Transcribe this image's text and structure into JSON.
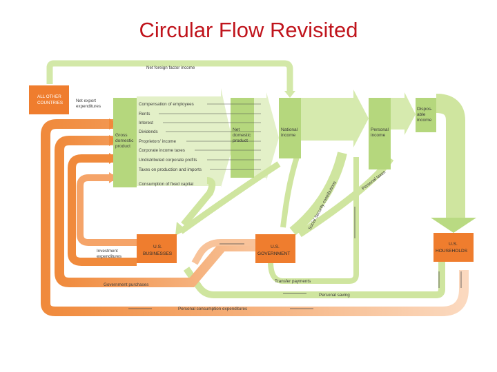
{
  "title": "Circular Flow Revisited",
  "colors": {
    "title": "#c0141c",
    "green_box": "#b5d77d",
    "green_flow": "#cfe59f",
    "green_light": "#e1efc2",
    "orange_box": "#ef7d2e",
    "orange_flow": "#f08a3c",
    "orange_light": "#f8c39a"
  },
  "boxes": {
    "all_other_countries": [
      "ALL OTHER",
      "COUNTRIES"
    ],
    "gdp": [
      "Gross",
      "domestic",
      "product"
    ],
    "ndp": [
      "Net",
      "domestic",
      "product"
    ],
    "national_income": [
      "National",
      "income"
    ],
    "personal_income": [
      "Personal",
      "income"
    ],
    "disposable_income": [
      "Dispos-",
      "able",
      "income"
    ],
    "us_businesses": [
      "U.S.",
      "BUSINESSES"
    ],
    "us_government": [
      "U.S.",
      "GOVERNMENT"
    ],
    "us_households": [
      "U.S.",
      "HOUSEHOLDS"
    ]
  },
  "labels": {
    "net_foreign_factor_income": "Net foreign factor income",
    "net_export_expenditures": [
      "Net export",
      "expenditures"
    ],
    "investment_expenditures": [
      "Investment",
      "expenditures"
    ],
    "government_purchases": "Government purchases",
    "transfer_payments": "Transfer payments",
    "personal_saving": "Personal saving",
    "personal_consumption_expenditures": "Personal consumption expenditures",
    "social_security_contributions": "Social Security contributions",
    "personal_taxes": "Personal taxes"
  },
  "gdp_components": [
    "Compensation of employees",
    "Rents",
    "Interest",
    "Dividends",
    "Proprietors' income",
    "Corporate income taxes",
    "Undistributed corporate profits",
    "Taxes on production and imports",
    "Consumption of fixed capital"
  ]
}
